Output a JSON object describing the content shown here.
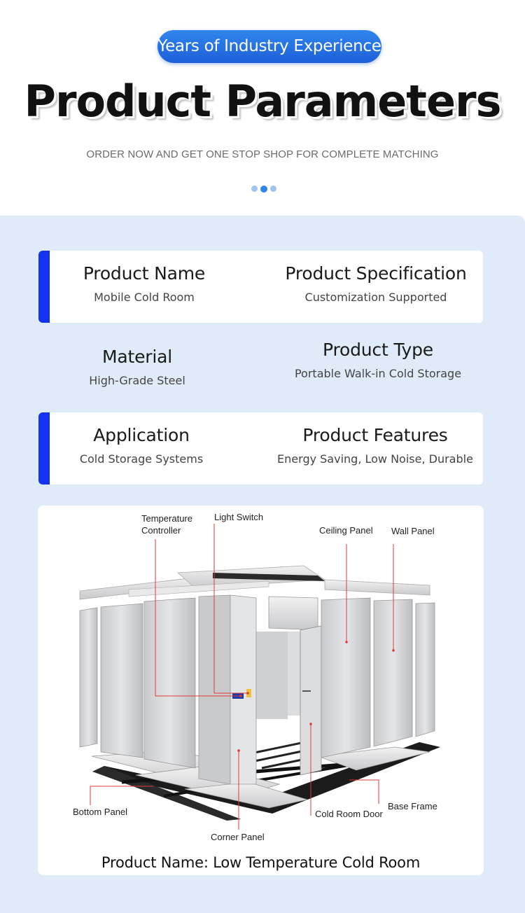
{
  "header": {
    "badge": "Years of Industry Experience",
    "title": "Product Parameters",
    "subtitle": "ORDER NOW AND GET ONE STOP SHOP FOR COMPLETE MATCHING"
  },
  "params": [
    {
      "label": "Product Name",
      "value": "Mobile Cold Room"
    },
    {
      "label": "Product Specification",
      "value": "Customization Supported"
    },
    {
      "label": "Material",
      "value": "High-Grade Steel"
    },
    {
      "label": "Product Type",
      "value": "Portable Walk-in Cold Storage"
    },
    {
      "label": "Application",
      "value": "Cold Storage Systems"
    },
    {
      "label": "Product Features",
      "value": "Energy Saving, Low Noise, Durable"
    }
  ],
  "diagram": {
    "labels": {
      "temp_controller_1": "Temperature",
      "temp_controller_2": "Controller",
      "light_switch": "Light Switch",
      "ceiling_panel": "Ceiling Panel",
      "wall_panel": "Wall Panel",
      "bottom_panel": "Bottom Panel",
      "corner_panel": "Corner Panel",
      "cold_room_door": "Cold Room Door",
      "base_frame": "Base Frame"
    },
    "caption": "Product Name: Low Temperature Cold Room"
  },
  "colors": {
    "accent_blue": "#1433f0",
    "badge_blue": "#2f86ee",
    "panel_bg": "#dfebf8",
    "leader_red": "#e23a3a"
  }
}
